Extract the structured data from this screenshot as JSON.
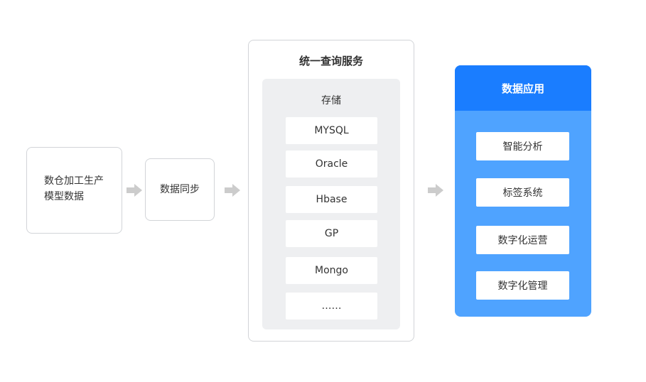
{
  "source": {
    "line1": "数仓加工生产",
    "line2": "模型数据"
  },
  "sync": {
    "label": "数据同步"
  },
  "query_service": {
    "title": "统一查询服务",
    "storage": {
      "title": "存储",
      "items": [
        "MYSQL",
        "Oracle",
        "Hbase",
        "GP",
        "Mongo",
        "……"
      ]
    }
  },
  "applications": {
    "title": "数据应用",
    "items": [
      "智能分析",
      "标签系统",
      "数字化运营",
      "数字化管理"
    ]
  },
  "colors": {
    "border": "#d2d4d8",
    "arrow": "#cccccc",
    "storage_bg": "#eeeff1",
    "app_header": "#1a7dff",
    "app_body": "#4fa3ff"
  }
}
